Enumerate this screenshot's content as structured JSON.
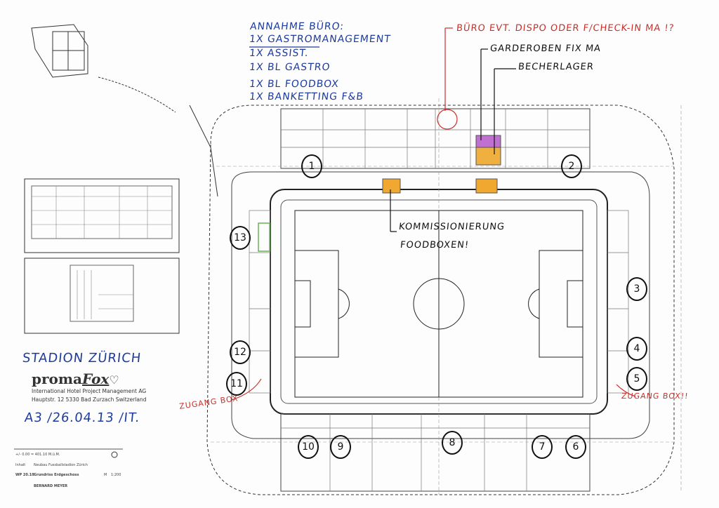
{
  "annotations": {
    "office_title": "ANNAHME BÜRO:",
    "office_items": [
      "1X GASTROMANAGEMENT",
      "1X ASSIST.",
      "1X BL GASTRO",
      "1X BL FOODBOX",
      "1X BANKETTING F&B"
    ],
    "office_note": "BÜRO EVT. DISPO ODER F/CHECK-IN MA !?",
    "wardrobe": "GARDEROBEN FIX MA",
    "cup_storage": "BECHERLAGER",
    "picking_line1": "KOMMISSIONIERUNG",
    "picking_line2": "FOODBOXEN!",
    "access_left": "ZUGANG BOX",
    "access_right": "ZUGANG BOX!!",
    "stadium_name": "STADION ZÜRICH",
    "stamp_line": "A3 /26.04.13 /IT."
  },
  "logo": {
    "brand_prefix": "proma",
    "brand_suffix": "Fox",
    "company": "International Hotel Project Management AG",
    "address": "Hauptstr. 12  5330 Bad Zurzach Switzerland"
  },
  "zones": [
    "1",
    "2",
    "3",
    "4",
    "5",
    "6",
    "7",
    "8",
    "9",
    "10",
    "11",
    "12",
    "13"
  ],
  "title_block": {
    "elevation": "+/- 0.00 = 401.10 M.ü.M.",
    "client_label": "Inhalt",
    "client": "Neubau Fussballstadion Zürich",
    "plan_no": "WP 20.10",
    "plan_title": "Grundriss Erdgeschoss",
    "scale_label": "M",
    "scale": "1:200",
    "architect": "BERNARD MEYER"
  },
  "colors": {
    "blue_ink": "#1e3c9c",
    "red_ink": "#c8302a",
    "orange": "#f0a830",
    "purple": "#b04ac0",
    "green": "#7cc06a"
  }
}
